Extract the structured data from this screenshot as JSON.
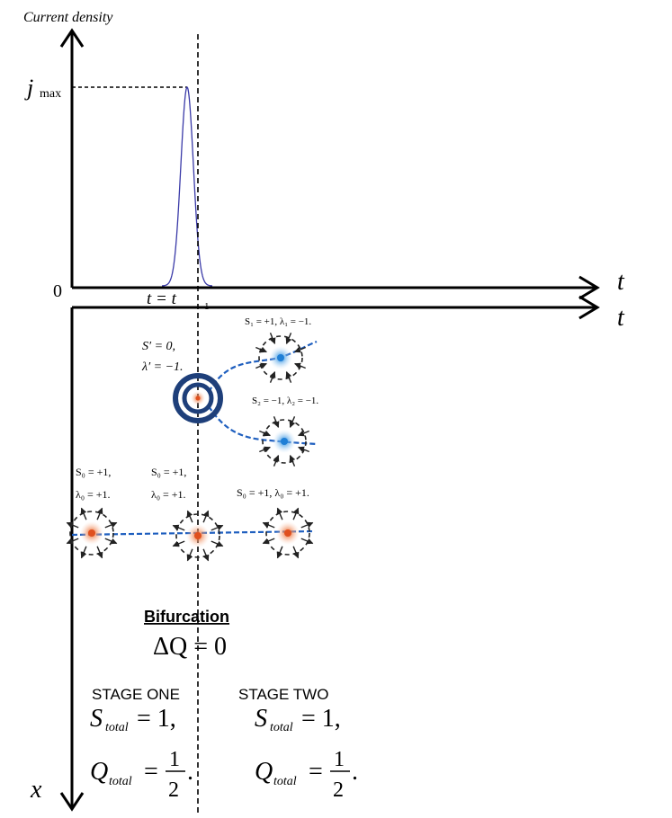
{
  "top_plot": {
    "ylabel": "Current density",
    "jmax_label": "j",
    "jmax_sub": "max",
    "zero_label": "0",
    "t_label": "t",
    "t1_label": "t = t",
    "t1_sub": "1"
  },
  "bottom_plot": {
    "t_label": "t",
    "x_label": "x"
  },
  "point_labels": {
    "merge": {
      "line1": "S′ = 0,",
      "line2": "λ′ = −1."
    },
    "upper_branch": "S₁ = +1, λ₁ = −1.",
    "lower_branch": "S₂ = −1, λ₂ = −1.",
    "left_point": {
      "line1": "S₀ = +1,",
      "line2": "λ₀ = +1."
    },
    "middle_point": {
      "line1": "S₀ = +1,",
      "line2": "λ₀ = +1."
    },
    "right_point": "S₀ = +1, λ₀ = +1."
  },
  "bifurcation": {
    "title": "Bifurcation",
    "delta_q": "ΔQ = 0"
  },
  "stages": {
    "one": {
      "title": "STAGE ONE",
      "s_line": "S",
      "s_sub": "total",
      "s_value": "= 1,",
      "q_line": "Q",
      "q_sub": "total",
      "q_eq": "=",
      "q_num": "1",
      "q_den": "2",
      "q_end": "."
    },
    "two": {
      "title": "STAGE TWO",
      "s_line": "S",
      "s_sub": "total",
      "s_value": "= 1,",
      "q_line": "Q",
      "q_sub": "total",
      "q_eq": "=",
      "q_num": "1",
      "q_den": "2",
      "q_end": "."
    }
  },
  "colors": {
    "axis": "#000000",
    "pulse": "#3a3aa8",
    "trajectory": "#1f5fbf",
    "red_point": "#e0501e",
    "blue_point": "#1f7fd6",
    "ring": "#1e3f7a"
  }
}
